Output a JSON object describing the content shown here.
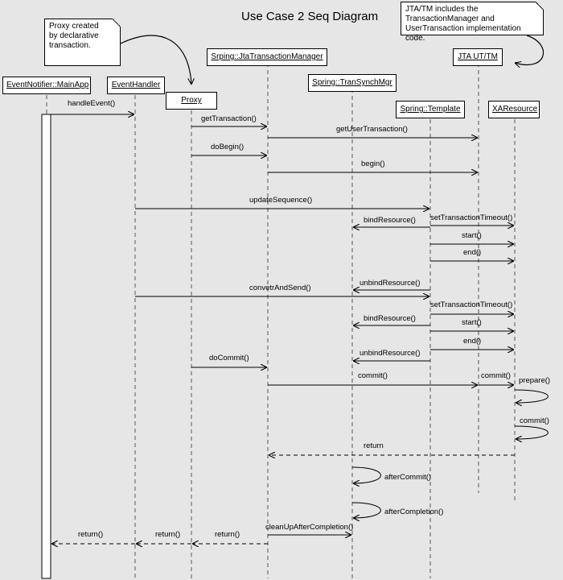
{
  "title": "Use Case 2 Seq Diagram",
  "notes": {
    "proxy_note": [
      "Proxy created",
      "by declarative",
      "transaction."
    ],
    "jta_note": [
      "JTA/TM includes the",
      "TransactionManager and",
      "UserTransaction implementation code."
    ]
  },
  "lifelines": {
    "main_app": "EventNotifier::MainApp",
    "event_handler": "EventHandler",
    "proxy": "Proxy",
    "jta_tx_manager": "Srping::JtaTransactionManager",
    "tran_synch_mgr": "Spring::TranSynchMgr",
    "template": "Spring::Template",
    "jta_ut_tm": "JTA UT/TM",
    "xa_resource": "XAResource"
  },
  "messages": {
    "m01": "handleEvent()",
    "m02": "getTransaction()",
    "m03": "getUserTransaction()",
    "m04": "doBegin()",
    "m05": "begin()",
    "m06": "updateSequence()",
    "m07": "setTransactionTimeout()",
    "m08": "bindResource()",
    "m09": "start()",
    "m10": "end()",
    "m11": "unbindResource()",
    "m12": "convetrAndSend()",
    "m13": "setTransactionTimeout()",
    "m14": "bindResource()",
    "m15": "start()",
    "m16": "end()",
    "m17": "unbindResource()",
    "m18": "doCommit()",
    "m19": "commit()",
    "m20": "commit()",
    "m21": "prepare()",
    "m22": "commit()",
    "m23": "return",
    "m24": "afterCommit()",
    "m25": "afterCompletion()",
    "m26": "cleanUpAfterCompletion()",
    "m27": "return()",
    "m28": "return()",
    "m29": "return()"
  }
}
